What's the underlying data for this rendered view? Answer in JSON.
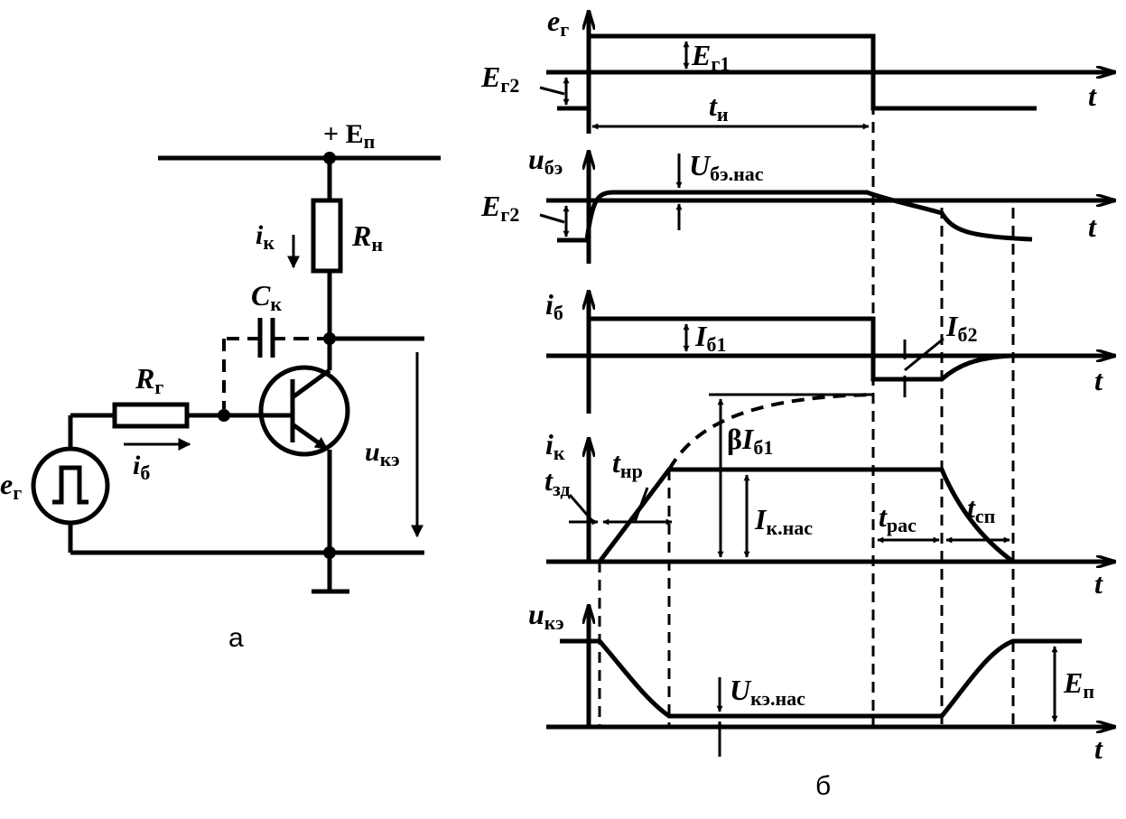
{
  "circuit": {
    "caption": "а",
    "supply_label": {
      "main": "+ E",
      "sub": "п"
    },
    "load_resistor": {
      "main": "R",
      "sub": "н"
    },
    "collector_current": {
      "main": "i",
      "sub": "к"
    },
    "capacitor": {
      "main": "C",
      "sub": "к"
    },
    "source_resistor": {
      "main": "R",
      "sub": "г"
    },
    "base_current": {
      "main": "i",
      "sub": "б"
    },
    "source": {
      "main": "e",
      "sub": "г"
    },
    "output_voltage": {
      "main": "u",
      "sub": "кэ"
    }
  },
  "timing": {
    "caption": "б",
    "time_axis_label": "t",
    "panel_eg": {
      "ylabel": {
        "main": "e",
        "sub": "г"
      },
      "eg1": {
        "main": "E",
        "sub": "г1"
      },
      "eg2": {
        "main": "E",
        "sub": "г2"
      },
      "pulse_width": {
        "main": "t",
        "sub": "и"
      }
    },
    "panel_ube": {
      "ylabel": {
        "main": "u",
        "sub": "бэ"
      },
      "ube_sat": {
        "main": "U",
        "sub": "бэ.нас"
      },
      "eg2": {
        "main": "E",
        "sub": "г2"
      }
    },
    "panel_ib": {
      "ylabel": {
        "main": "i",
        "sub": "б"
      },
      "ib1": {
        "main": "I",
        "sub": "б1"
      },
      "ib2": {
        "main": "I",
        "sub": "б2"
      }
    },
    "panel_ik": {
      "ylabel": {
        "main": "i",
        "sub": "к"
      },
      "beta_ib1": {
        "beta": "β",
        "main": "I",
        "sub": "б1"
      },
      "t_rise": {
        "main": "t",
        "sub": "нр"
      },
      "t_delay": {
        "main": "t",
        "sub": "зд"
      },
      "ik_sat": {
        "main": "I",
        "sub": "к.нас"
      },
      "t_storage": {
        "main": "t",
        "sub": "рас"
      },
      "t_fall": {
        "main": "t",
        "sub": "сп"
      }
    },
    "panel_uce": {
      "ylabel": {
        "main": "u",
        "sub": "кэ"
      },
      "uce_sat": {
        "main": "U",
        "sub": "кэ.нас"
      },
      "supply": {
        "main": "E",
        "sub": "п"
      }
    }
  }
}
